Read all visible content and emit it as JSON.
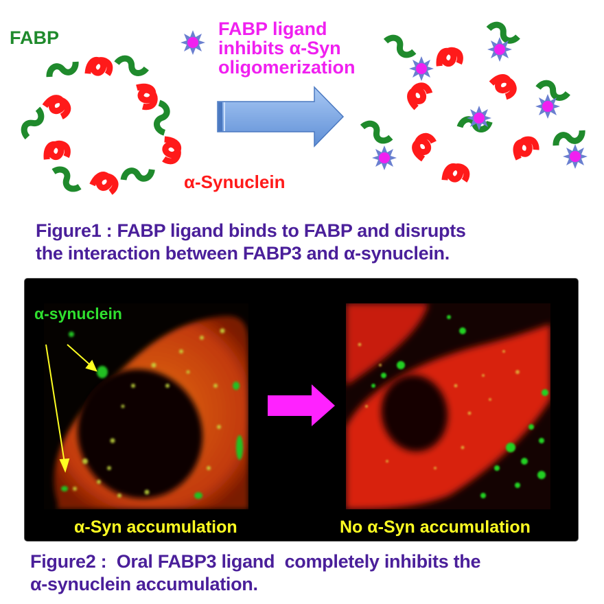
{
  "figure1": {
    "fabp_label": "FABP",
    "synuclein_label": "α-Synuclein",
    "ligand_caption_lines": [
      "FABP ligand",
      "inhibits α-Syn",
      "oligomerization"
    ],
    "caption_lines": [
      "Figure1 : FABP ligand binds to FABP and disrupts",
      "the interaction between FABP3 and α-synuclein."
    ],
    "colors": {
      "fabp": "#1f8a2c",
      "synuclein": "#ff1a1a",
      "ligand_core": "#f020f0",
      "ligand_star": "#6a7fd0",
      "arrow": "#7aa7e6",
      "caption": "#4a1f9a"
    }
  },
  "figure2": {
    "green_label": "α-synuclein",
    "left_panel_label": "α-Syn accumulation",
    "right_panel_label": "No α-Syn accumulation",
    "caption_lines": [
      "Figure2 :  Oral FABP3 ligand  completely inhibits the",
      "α-synuclein accumulation."
    ],
    "colors": {
      "panel_bg": "#000000",
      "label_yellow": "#ffff22",
      "label_green": "#2fe02f",
      "arrow": "#ff22ff"
    }
  }
}
